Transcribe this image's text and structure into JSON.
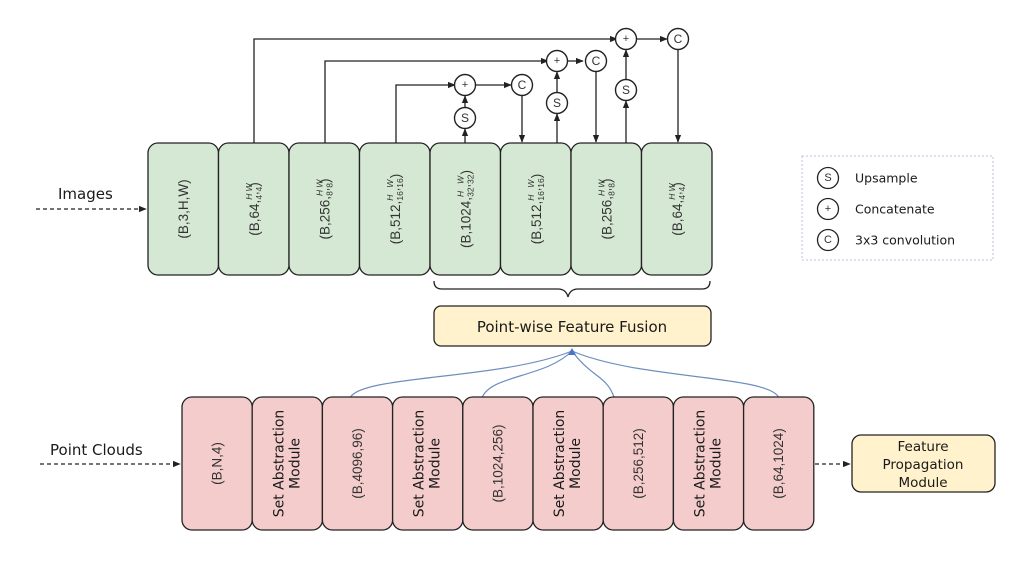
{
  "inputs": {
    "images_label": "Images",
    "point_clouds_label": "Point Clouds"
  },
  "image_branch": {
    "blocks": [
      {
        "prefix": "(B,3,H,W)",
        "frac": null
      },
      {
        "prefix": "(B,64,",
        "h": "H",
        "hd": "4",
        "w": "W",
        "wd": "4"
      },
      {
        "prefix": "(B,256,",
        "h": "H",
        "hd": "8",
        "w": "W",
        "wd": "8"
      },
      {
        "prefix": "(B,512,",
        "h": "H",
        "hd": "16",
        "w": "W",
        "wd": "16"
      },
      {
        "prefix": "(B,1024,",
        "h": "H",
        "hd": "32",
        "w": "W",
        "wd": "32"
      },
      {
        "prefix": "(B,512,",
        "h": "H",
        "hd": "16",
        "w": "W",
        "wd": "16"
      },
      {
        "prefix": "(B,256,",
        "h": "H",
        "hd": "8",
        "w": "W",
        "wd": "8"
      },
      {
        "prefix": "(B,64,",
        "h": "H",
        "hd": "4",
        "w": "W",
        "wd": "4"
      }
    ]
  },
  "point_branch": {
    "blocks": [
      {
        "lines": [
          "(B,N,4)"
        ],
        "kind": "tensor"
      },
      {
        "lines": [
          "Set Abstraction",
          "Module"
        ],
        "kind": "module"
      },
      {
        "lines": [
          "(B,4096,96)"
        ],
        "kind": "tensor"
      },
      {
        "lines": [
          "Set Abstraction",
          "Module"
        ],
        "kind": "module"
      },
      {
        "lines": [
          "(B,1024,256)"
        ],
        "kind": "tensor"
      },
      {
        "lines": [
          "Set Abstraction",
          "Module"
        ],
        "kind": "module"
      },
      {
        "lines": [
          "(B,256,512)"
        ],
        "kind": "tensor"
      },
      {
        "lines": [
          "Set Abstraction",
          "Module"
        ],
        "kind": "module"
      },
      {
        "lines": [
          "(B,64,1024)"
        ],
        "kind": "tensor"
      }
    ]
  },
  "operators": {
    "upsample": "S",
    "concatenate": "+",
    "convolution": "C"
  },
  "fusion": {
    "label": "Point-wise Feature Fusion"
  },
  "propagation": {
    "lines": [
      "Feature",
      "Propagation",
      "Module"
    ]
  },
  "legend": {
    "items": [
      {
        "symbol": "S",
        "label": "Upsample"
      },
      {
        "symbol": "+",
        "label": "Concatenate"
      },
      {
        "symbol": "C",
        "label": "3x3 convolution"
      }
    ]
  },
  "colors": {
    "image_block": "#d5e8d4",
    "point_block": "#f4cccc",
    "module_box": "#fff2cc",
    "connector_blue": "#6c8ebf",
    "stroke": "#222222",
    "legend_border": "#b8c4d8"
  }
}
